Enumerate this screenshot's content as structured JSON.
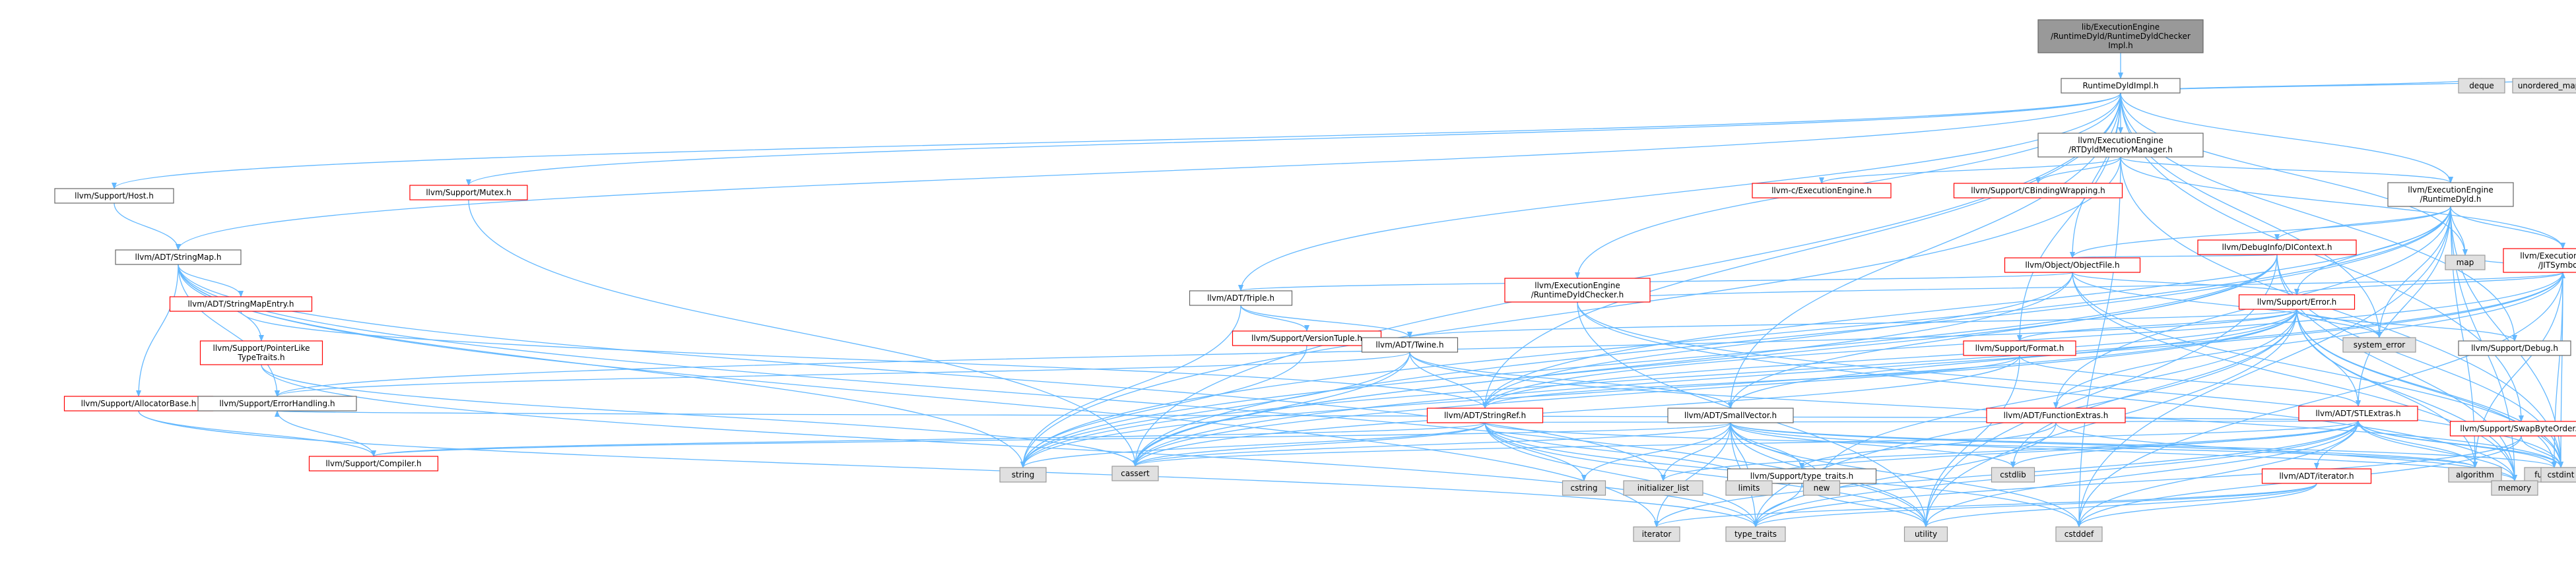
{
  "nodes": [
    {
      "id": "root",
      "lines": [
        "lib/ExecutionEngine",
        "/RuntimeDyld/RuntimeDyldChecker",
        "Impl.h"
      ],
      "style": "root"
    },
    {
      "id": "rdimpl",
      "lines": [
        "RuntimeDyldImpl.h"
      ],
      "style": "plain"
    },
    {
      "id": "host",
      "lines": [
        "llvm/Support/Host.h"
      ],
      "style": "plain"
    },
    {
      "id": "mutex",
      "lines": [
        "llvm/Support/Mutex.h"
      ],
      "style": "red"
    },
    {
      "id": "stringmap",
      "lines": [
        "llvm/ADT/StringMap.h"
      ],
      "style": "plain"
    },
    {
      "id": "stringmapentry",
      "lines": [
        "llvm/ADT/StringMapEntry.h"
      ],
      "style": "red"
    },
    {
      "id": "pointerlike",
      "lines": [
        "llvm/Support/PointerLike",
        "TypeTraits.h"
      ],
      "style": "red"
    },
    {
      "id": "allocbase",
      "lines": [
        "llvm/Support/AllocatorBase.h"
      ],
      "style": "red"
    },
    {
      "id": "errhandling",
      "lines": [
        "llvm/Support/ErrorHandling.h"
      ],
      "style": "plain"
    },
    {
      "id": "compiler",
      "lines": [
        "llvm/Support/Compiler.h"
      ],
      "style": "red"
    },
    {
      "id": "rtdyldmm",
      "lines": [
        "llvm/ExecutionEngine",
        "/RTDyldMemoryManager.h"
      ],
      "style": "plain"
    },
    {
      "id": "cexec",
      "lines": [
        "llvm-c/ExecutionEngine.h"
      ],
      "style": "red"
    },
    {
      "id": "cbinding",
      "lines": [
        "llvm/Support/CBindingWrapping.h"
      ],
      "style": "red"
    },
    {
      "id": "runtimedyld",
      "lines": [
        "llvm/ExecutionEngine",
        "/RuntimeDyld.h"
      ],
      "style": "plain"
    },
    {
      "id": "dicontext",
      "lines": [
        "llvm/DebugInfo/DIContext.h"
      ],
      "style": "red"
    },
    {
      "id": "jitsymbol",
      "lines": [
        "llvm/ExecutionEngine",
        "/JITSymbol.h"
      ],
      "style": "red"
    },
    {
      "id": "objectfile",
      "lines": [
        "llvm/Object/ObjectFile.h"
      ],
      "style": "red"
    },
    {
      "id": "triple",
      "lines": [
        "llvm/ADT/Triple.h"
      ],
      "style": "plain"
    },
    {
      "id": "versiontuple",
      "lines": [
        "llvm/Support/VersionTuple.h"
      ],
      "style": "red"
    },
    {
      "id": "twine",
      "lines": [
        "llvm/ADT/Twine.h"
      ],
      "style": "plain"
    },
    {
      "id": "error",
      "lines": [
        "llvm/Support/Error.h"
      ],
      "style": "red"
    },
    {
      "id": "format",
      "lines": [
        "llvm/Support/Format.h"
      ],
      "style": "red"
    },
    {
      "id": "stringref",
      "lines": [
        "llvm/ADT/StringRef.h"
      ],
      "style": "red"
    },
    {
      "id": "smallvector",
      "lines": [
        "llvm/ADT/SmallVector.h"
      ],
      "style": "plain"
    },
    {
      "id": "funcextras",
      "lines": [
        "llvm/ADT/FunctionExtras.h"
      ],
      "style": "red"
    },
    {
      "id": "stlextras",
      "lines": [
        "llvm/ADT/STLExtras.h"
      ],
      "style": "red"
    },
    {
      "id": "typetraits",
      "lines": [
        "llvm/Support/type_traits.h"
      ],
      "style": "plain"
    },
    {
      "id": "iterator",
      "lines": [
        "llvm/ADT/iterator.h"
      ],
      "style": "red"
    },
    {
      "id": "debug",
      "lines": [
        "llvm/Support/Debug.h"
      ],
      "style": "plain"
    },
    {
      "id": "checker",
      "lines": [
        "llvm/ExecutionEngine",
        "/RuntimeDyldChecker.h"
      ],
      "style": "red"
    },
    {
      "id": "swapbyte",
      "lines": [
        "llvm/Support/SwapByteOrder.h"
      ],
      "style": "red"
    },
    {
      "id": "deque",
      "lines": [
        "deque"
      ],
      "style": "sys"
    },
    {
      "id": "unordered_map",
      "lines": [
        "unordered_map"
      ],
      "style": "sys"
    },
    {
      "id": "map",
      "lines": [
        "map"
      ],
      "style": "sys"
    },
    {
      "id": "system_error",
      "lines": [
        "system_error"
      ],
      "style": "sys"
    },
    {
      "id": "string",
      "lines": [
        "string"
      ],
      "style": "sys"
    },
    {
      "id": "cassert",
      "lines": [
        "cassert"
      ],
      "style": "sys"
    },
    {
      "id": "cstring",
      "lines": [
        "cstring"
      ],
      "style": "sys"
    },
    {
      "id": "initializer_list",
      "lines": [
        "initializer_list"
      ],
      "style": "sys"
    },
    {
      "id": "limits",
      "lines": [
        "limits"
      ],
      "style": "sys"
    },
    {
      "id": "new",
      "lines": [
        "new"
      ],
      "style": "sys"
    },
    {
      "id": "cstdlib",
      "lines": [
        "cstdlib"
      ],
      "style": "sys"
    },
    {
      "id": "algorithm",
      "lines": [
        "algorithm"
      ],
      "style": "sys"
    },
    {
      "id": "functional",
      "lines": [
        "functional"
      ],
      "style": "sys"
    },
    {
      "id": "memory",
      "lines": [
        "memory"
      ],
      "style": "sys"
    },
    {
      "id": "cstdint",
      "lines": [
        "cstdint"
      ],
      "style": "sys"
    },
    {
      "id": "utility",
      "lines": [
        "utility"
      ],
      "style": "sys"
    },
    {
      "id": "type_traits",
      "lines": [
        "type_traits"
      ],
      "style": "sys"
    },
    {
      "id": "iterator_std",
      "lines": [
        "iterator"
      ],
      "style": "sys"
    },
    {
      "id": "cstddef",
      "lines": [
        "cstddef"
      ],
      "style": "sys"
    }
  ],
  "edges": [
    [
      "root",
      "rdimpl"
    ],
    [
      "rdimpl",
      "host"
    ],
    [
      "rdimpl",
      "mutex"
    ],
    [
      "rdimpl",
      "stringmap"
    ],
    [
      "rdimpl",
      "rtdyldmm"
    ],
    [
      "rdimpl",
      "runtimedyld"
    ],
    [
      "rdimpl",
      "checker"
    ],
    [
      "rdimpl",
      "swapbyte"
    ],
    [
      "rdimpl",
      "deque"
    ],
    [
      "rdimpl",
      "unordered_map"
    ],
    [
      "rdimpl",
      "map"
    ],
    [
      "rdimpl",
      "system_error"
    ],
    [
      "rdimpl",
      "triple"
    ],
    [
      "rdimpl",
      "objectfile"
    ],
    [
      "rdimpl",
      "smallvector"
    ],
    [
      "rdimpl",
      "format"
    ],
    [
      "rdimpl",
      "debug"
    ],
    [
      "rdimpl",
      "cassert"
    ],
    [
      "rdimpl",
      "stringref"
    ],
    [
      "host",
      "stringmap"
    ],
    [
      "mutex",
      "cassert"
    ],
    [
      "stringmap",
      "stringmapentry"
    ],
    [
      "stringmap",
      "pointerlike"
    ],
    [
      "stringmap",
      "allocbase"
    ],
    [
      "stringmap",
      "errhandling"
    ],
    [
      "stringmap",
      "string"
    ],
    [
      "stringmap",
      "utility"
    ],
    [
      "stringmap",
      "initializer_list"
    ],
    [
      "stringmap",
      "iterator_std"
    ],
    [
      "stringmapentry",
      "stringref"
    ],
    [
      "pointerlike",
      "type_traits"
    ],
    [
      "pointerlike",
      "cassert"
    ],
    [
      "allocbase",
      "compiler"
    ],
    [
      "allocbase",
      "type_traits"
    ],
    [
      "errhandling",
      "compiler"
    ],
    [
      "rtdyldmm",
      "cexec"
    ],
    [
      "rtdyldmm",
      "cbinding"
    ],
    [
      "rtdyldmm",
      "runtimedyld"
    ],
    [
      "rtdyldmm",
      "jitsymbol"
    ],
    [
      "rtdyldmm",
      "cstddef"
    ],
    [
      "rtdyldmm",
      "cstdint"
    ],
    [
      "rtdyldmm",
      "string"
    ],
    [
      "runtimedyld",
      "dicontext"
    ],
    [
      "runtimedyld",
      "jitsymbol"
    ],
    [
      "runtimedyld",
      "objectfile"
    ],
    [
      "runtimedyld",
      "error"
    ],
    [
      "runtimedyld",
      "stringref"
    ],
    [
      "runtimedyld",
      "funcextras"
    ],
    [
      "runtimedyld",
      "stlextras"
    ],
    [
      "runtimedyld",
      "algorithm"
    ],
    [
      "runtimedyld",
      "cassert"
    ],
    [
      "runtimedyld",
      "cstddef"
    ],
    [
      "runtimedyld",
      "cstdint"
    ],
    [
      "runtimedyld",
      "map"
    ],
    [
      "runtimedyld",
      "memory"
    ],
    [
      "runtimedyld",
      "string"
    ],
    [
      "runtimedyld",
      "system_error"
    ],
    [
      "dicontext",
      "objectfile"
    ],
    [
      "dicontext",
      "smallvector"
    ],
    [
      "dicontext",
      "cassert"
    ],
    [
      "dicontext",
      "cstdint"
    ],
    [
      "dicontext",
      "memory"
    ],
    [
      "dicontext",
      "string"
    ],
    [
      "dicontext",
      "utility"
    ],
    [
      "checker",
      "jitsymbol"
    ],
    [
      "checker",
      "memory"
    ],
    [
      "checker",
      "utility"
    ],
    [
      "checker",
      "cstdint"
    ],
    [
      "jitsymbol",
      "error"
    ],
    [
      "jitsymbol",
      "stringref"
    ],
    [
      "jitsymbol",
      "funcextras"
    ],
    [
      "jitsymbol",
      "map"
    ],
    [
      "jitsymbol",
      "algorithm"
    ],
    [
      "jitsymbol",
      "cassert"
    ],
    [
      "jitsymbol",
      "cstddef"
    ],
    [
      "jitsymbol",
      "cstdint"
    ],
    [
      "jitsymbol",
      "functional"
    ],
    [
      "jitsymbol",
      "set"
    ],
    [
      "jitsymbol",
      "string"
    ],
    [
      "objectfile",
      "triple"
    ],
    [
      "objectfile",
      "error"
    ],
    [
      "objectfile",
      "stringref"
    ],
    [
      "objectfile",
      "cassert"
    ],
    [
      "objectfile",
      "cstdint"
    ],
    [
      "objectfile",
      "memory"
    ],
    [
      "objectfile",
      "system_error"
    ],
    [
      "triple",
      "twine"
    ],
    [
      "triple",
      "versiontuple"
    ],
    [
      "triple",
      "string"
    ],
    [
      "versiontuple",
      "string"
    ],
    [
      "twine",
      "smallvector"
    ],
    [
      "twine",
      "stringref"
    ],
    [
      "twine",
      "errhandling"
    ],
    [
      "twine",
      "cassert"
    ],
    [
      "twine",
      "cstdint"
    ],
    [
      "twine",
      "string"
    ],
    [
      "error",
      "stlextras"
    ],
    [
      "error",
      "smallvector"
    ],
    [
      "error",
      "stringref"
    ],
    [
      "error",
      "twine"
    ],
    [
      "error",
      "format"
    ],
    [
      "error",
      "debug"
    ],
    [
      "error",
      "errhandling"
    ],
    [
      "error",
      "algorithm"
    ],
    [
      "error",
      "cassert"
    ],
    [
      "error",
      "cstdint"
    ],
    [
      "error",
      "cstdlib"
    ],
    [
      "error",
      "functional"
    ],
    [
      "error",
      "memory"
    ],
    [
      "error",
      "new"
    ],
    [
      "error",
      "string"
    ],
    [
      "error",
      "system_error"
    ],
    [
      "error",
      "type_traits"
    ],
    [
      "error",
      "utility"
    ],
    [
      "format",
      "stlextras"
    ],
    [
      "format",
      "stringref"
    ],
    [
      "format",
      "cassert"
    ],
    [
      "format",
      "cstdio"
    ],
    [
      "format",
      "tuple"
    ],
    [
      "format",
      "utility"
    ],
    [
      "stringref",
      "stlextras"
    ],
    [
      "stringref",
      "compiler"
    ],
    [
      "stringref",
      "algorithm"
    ],
    [
      "stringref",
      "cassert"
    ],
    [
      "stringref",
      "cstddef"
    ],
    [
      "stringref",
      "cstring"
    ],
    [
      "stringref",
      "limits"
    ],
    [
      "stringref",
      "string"
    ],
    [
      "stringref",
      "type_traits"
    ],
    [
      "stringref",
      "utility"
    ],
    [
      "smallvector",
      "compiler"
    ],
    [
      "smallvector",
      "typetraits"
    ],
    [
      "smallvector",
      "algorithm"
    ],
    [
      "smallvector",
      "cassert"
    ],
    [
      "smallvector",
      "cstddef"
    ],
    [
      "smallvector",
      "cstdlib"
    ],
    [
      "smallvector",
      "cstring"
    ],
    [
      "smallvector",
      "functional"
    ],
    [
      "smallvector",
      "initializer_list"
    ],
    [
      "smallvector",
      "iterator_std"
    ],
    [
      "smallvector",
      "limits"
    ],
    [
      "smallvector",
      "memory"
    ],
    [
      "smallvector",
      "new"
    ],
    [
      "smallvector",
      "type_traits"
    ],
    [
      "smallvector",
      "utility"
    ],
    [
      "funcextras",
      "typetraits"
    ],
    [
      "funcextras",
      "memory"
    ],
    [
      "funcextras",
      "type_traits"
    ],
    [
      "stlextras",
      "iterator"
    ],
    [
      "stlextras",
      "errhandling"
    ],
    [
      "stlextras",
      "algorithm"
    ],
    [
      "stlextras",
      "cassert"
    ],
    [
      "stlextras",
      "cstddef"
    ],
    [
      "stlextras",
      "cstdint"
    ],
    [
      "stlextras",
      "cstdlib"
    ],
    [
      "stlextras",
      "functional"
    ],
    [
      "stlextras",
      "initializer_list"
    ],
    [
      "stlextras",
      "iterator_std"
    ],
    [
      "stlextras",
      "limits"
    ],
    [
      "stlextras",
      "memory"
    ],
    [
      "stlextras",
      "type_traits"
    ],
    [
      "stlextras",
      "utility"
    ],
    [
      "typetraits",
      "type_traits"
    ],
    [
      "typetraits",
      "utility"
    ],
    [
      "iterator",
      "cstddef"
    ],
    [
      "iterator",
      "iterator_std"
    ],
    [
      "iterator",
      "type_traits"
    ],
    [
      "iterator",
      "utility"
    ],
    [
      "swapbyte",
      "cstddef"
    ],
    [
      "swapbyte",
      "cstdint"
    ],
    [
      "swapbyte",
      "type_traits"
    ]
  ],
  "colors": {
    "edge": "#63b8ff",
    "plain_fill": "#ffffff",
    "plain_stroke": "#666666",
    "plain_text": "#000000",
    "red_fill": "#ffffff",
    "red_stroke": "#ff0000",
    "red_text": "#000000",
    "root_fill": "#999999",
    "root_stroke": "#666666",
    "root_text": "#000000",
    "sys_fill": "#e0e0e0",
    "sys_stroke": "#999999",
    "sys_text": "#000000"
  }
}
